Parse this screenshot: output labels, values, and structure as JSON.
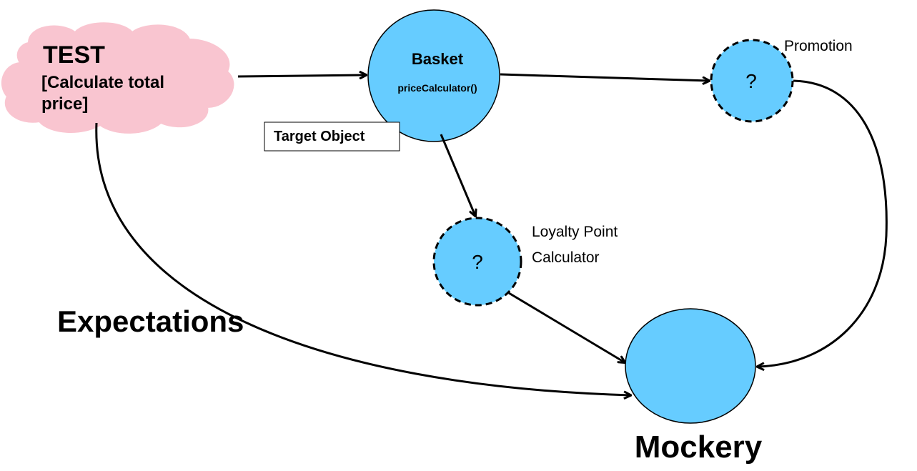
{
  "test": {
    "title": "TEST",
    "line1": "[Calculate total",
    "line2": "price]",
    "fill": "#f9c5d0"
  },
  "basket": {
    "title": "Basket",
    "method": "priceCalculator()",
    "fill": "#66ccff"
  },
  "target_object": {
    "label": "Target Object"
  },
  "promotion": {
    "symbol": "?",
    "label": "Promotion"
  },
  "loyalty": {
    "symbol": "?",
    "line1": "Loyalty Point",
    "line2": "Calculator"
  },
  "expectations": {
    "label": "Expectations"
  },
  "mockery": {
    "label": "Mockery"
  },
  "colors": {
    "node_fill": "#66ccff",
    "stroke": "#000000",
    "cloud_fill": "#f9c5d0"
  }
}
